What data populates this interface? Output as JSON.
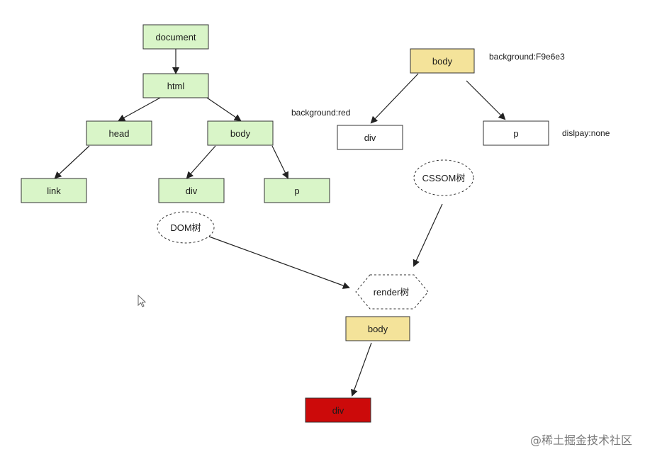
{
  "diagram": {
    "dom_tree": {
      "document": "document",
      "html": "html",
      "head": "head",
      "body": "body",
      "link": "link",
      "div": "div",
      "p": "p",
      "label": "DOM树"
    },
    "cssom_tree": {
      "body": "body",
      "div": "div",
      "p": "p",
      "body_style": "background:F9e6e3",
      "div_style": "background:red",
      "p_style": "dislpay:none",
      "label": "CSSOM树"
    },
    "render_tree": {
      "label": "render树",
      "body": "body",
      "div": "div"
    }
  },
  "colors": {
    "dom_node_fill": "#d9f5c8",
    "cssom_body_fill": "#f4e39a",
    "cssom_child_fill": "#ffffff",
    "render_body_fill": "#f4e39a",
    "render_div_fill": "#cc0a0a",
    "stroke": "#333333"
  },
  "watermark": "@稀土掘金技术社区",
  "icons": [
    "cursor-icon"
  ]
}
